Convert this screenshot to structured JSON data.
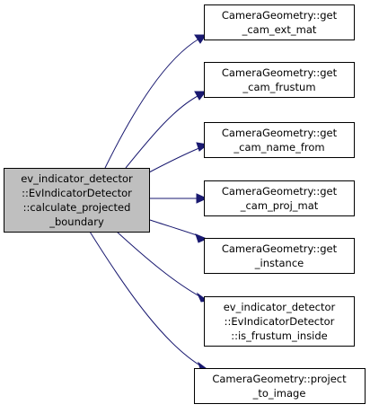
{
  "diagram": {
    "source_node": {
      "lines": [
        "ev_indicator_detector",
        "::EvIndicatorDetector",
        "::calculate_projected",
        "_boundary"
      ]
    },
    "target_nodes": [
      {
        "lines": [
          "CameraGeometry::get",
          "_cam_ext_mat"
        ]
      },
      {
        "lines": [
          "CameraGeometry::get",
          "_cam_frustum"
        ]
      },
      {
        "lines": [
          "CameraGeometry::get",
          "_cam_name_from"
        ]
      },
      {
        "lines": [
          "CameraGeometry::get",
          "_cam_proj_mat"
        ]
      },
      {
        "lines": [
          "CameraGeometry::get",
          "_instance"
        ]
      },
      {
        "lines": [
          "ev_indicator_detector",
          "::EvIndicatorDetector",
          "::is_frustum_inside"
        ]
      },
      {
        "lines": [
          "CameraGeometry::project",
          "_to_image"
        ]
      }
    ],
    "colors": {
      "source_fill": "#bfbfbf",
      "node_fill": "#ffffff",
      "border": "#000000",
      "edge": "#191970"
    }
  }
}
